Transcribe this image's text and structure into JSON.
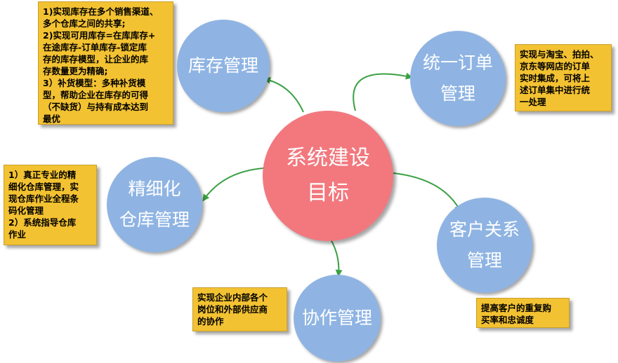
{
  "center": {
    "line1": "系统建设",
    "line2": "目标"
  },
  "nodes": {
    "inventory": {
      "line1": "库存管理",
      "line2": ""
    },
    "order": {
      "line1": "统一订单",
      "line2": "管理"
    },
    "warehouse": {
      "line1": "精细化",
      "line2": "仓库管理"
    },
    "crm": {
      "line1": "客户关系",
      "line2": "管理"
    },
    "collab": {
      "line1": "协作管理",
      "line2": ""
    }
  },
  "notes": {
    "inventory": "1)实现库存在多个销售渠道、\n多个仓库之间的共享;\n2)实现可用库存=在库库存+\n在途库存-订单库存-锁定库\n存的库存模型，让企业的库\n存数量更为精确;\n3）补货模型：多种补货模\n型，帮助企业在库存的可得\n（不缺货）与持有成本达到\n最优",
    "order": "实现与淘宝、拍拍、\n京东等网店的订单\n实时集成，可将上\n述订单集中进行统\n一处理",
    "warehouse": "1）真正专业的精\n细化仓库管理，实\n现仓库作业全程条\n码化管理\n2）系统指导仓库\n作业",
    "collab": "实现企业内部各个\n岗位和外部供应商\n的协作",
    "crm": "提高客户的重复购\n买率和忠诚度"
  },
  "colors": {
    "node": "#8fb4e3",
    "center": "#f2787e",
    "note": "#f3c232",
    "arrow": "#3aa043"
  }
}
